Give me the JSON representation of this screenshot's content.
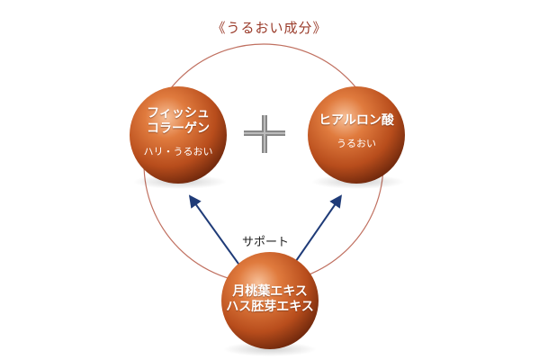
{
  "title": "《うるおい成分》",
  "colors": {
    "sphere_light": "#f0a070",
    "sphere_mid": "#c45a24",
    "sphere_dark": "#7a2e10",
    "ring": "#b85a4a",
    "arrow": "#1f3b78",
    "plus": "#777777"
  },
  "nodes": {
    "collagen": {
      "label_lines": [
        "フィッシュ",
        "コラーゲン"
      ],
      "sub": "ハリ・うるおい"
    },
    "hyaluronic": {
      "label_lines": [
        "ヒアルロン酸"
      ],
      "sub": "うるおい"
    },
    "extracts": {
      "label_lines": [
        "月桃葉エキス",
        "ハス胚芽エキス"
      ]
    }
  },
  "connector": {
    "plus_symbol": "plus-icon",
    "support_label": "サポート"
  }
}
